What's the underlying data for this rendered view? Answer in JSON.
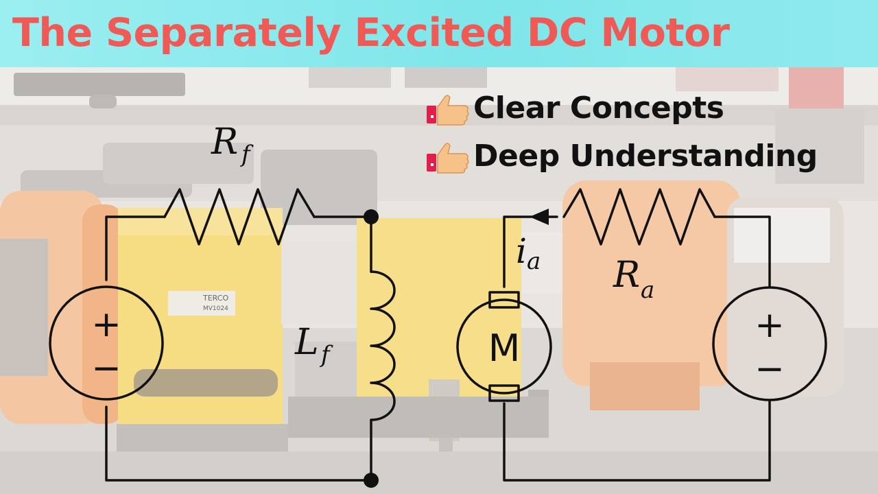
{
  "banner": {
    "title": "The Separately Excited DC Motor"
  },
  "highlights": [
    {
      "text": "Clear Concepts",
      "icon": "thumbs-up-icon"
    },
    {
      "text": "Deep Understanding",
      "icon": "thumbs-up-icon"
    }
  ],
  "circuit": {
    "field_resistor": {
      "symbol": "R",
      "subscript": "f"
    },
    "field_inductor": {
      "symbol": "L",
      "subscript": "f"
    },
    "armature_resistor": {
      "symbol": "R",
      "subscript": "a"
    },
    "armature_current": {
      "symbol": "i",
      "subscript": "a"
    },
    "motor": {
      "label": "M"
    },
    "field_source": {
      "plus": "+",
      "minus": "−"
    },
    "armature_source": {
      "plus": "+",
      "minus": "−"
    }
  },
  "photo_labels": {
    "left_box_brand": "TERCO",
    "left_box_model": "MV1024"
  },
  "colors": {
    "title": "#f05a56",
    "banner": "#8feaec",
    "machine_yellow": "#f2c94a",
    "machine_orange": "#f3a15a"
  }
}
